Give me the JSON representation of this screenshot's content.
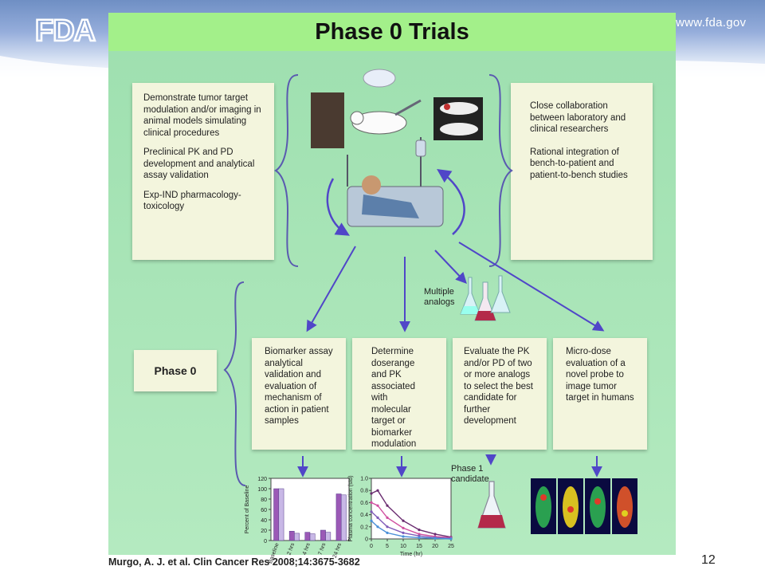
{
  "header": {
    "logo_text": "FDA",
    "url": "www.fda.gov"
  },
  "slide": {
    "title": "Phase 0 Trials",
    "citation": "Murgo, A. J. et al. Clin Cancer Res 2008;14:3675-3682",
    "page_number": "12"
  },
  "diagram": {
    "left_box": [
      "Demonstrate tumor target modulation and/or imaging in animal models simulating clinical procedures",
      "Preclinical PK and PD development and analytical assay validation",
      "Exp-IND pharmacology-toxicology"
    ],
    "right_box": [
      "Close collaboration between laboratory and clinical researchers",
      "Rational integration of bench-to-patient and patient-to-bench studies"
    ],
    "phase_label": "Phase 0",
    "multiple_analogs_label": "Multiple analogs",
    "phase1_label": "Phase 1 candidate",
    "bottom_boxes": [
      "Biomarker assay analytical validation and evaluation of mechanism of action in patient samples",
      "Determine doserange and PK associated with molecular target or biomarker modulation",
      "Evaluate the PK and/or PD of two or more analogs to select the best candidate for further development",
      "Micro-dose evaluation of a novel probe to image tumor target in humans"
    ]
  },
  "chart_data": [
    {
      "type": "bar",
      "title": "",
      "ylabel": "Percent of Baseline",
      "xlabel": "",
      "categories": [
        "Baseline",
        "2 hrs",
        "4 hrs",
        "7 hrs",
        "24 hrs"
      ],
      "y_ticks": [
        "0",
        "20",
        "40",
        "60",
        "80",
        "100",
        "120"
      ],
      "ylim": [
        0,
        120
      ],
      "series": [
        {
          "values": [
            100,
            18,
            16,
            20,
            90
          ]
        },
        {
          "values": [
            100,
            14,
            13,
            16,
            88
          ]
        }
      ],
      "colors": [
        "#9b59b6",
        "#c8b8e6"
      ]
    },
    {
      "type": "line",
      "title": "",
      "ylabel": "Plasma concentration (std)",
      "xlabel": "Time (hr)",
      "x_ticks": [
        "0",
        "5",
        "10",
        "15",
        "20",
        "25"
      ],
      "y_ticks": [
        "0",
        "0.2",
        "0.4",
        "0.6",
        "0.8",
        "1.0"
      ],
      "xlim": [
        0,
        25
      ],
      "ylim": [
        0,
        1.0
      ],
      "x": [
        0,
        2,
        5,
        10,
        15,
        20,
        25
      ],
      "series": [
        {
          "values": [
            0.75,
            0.8,
            0.55,
            0.3,
            0.15,
            0.08,
            0.03
          ],
          "color": "#6a2c70"
        },
        {
          "values": [
            0.6,
            0.55,
            0.35,
            0.18,
            0.08,
            0.04,
            0.02
          ],
          "color": "#d04fa0"
        },
        {
          "values": [
            0.45,
            0.35,
            0.2,
            0.1,
            0.05,
            0.02,
            0.01
          ],
          "color": "#7f5ab8"
        },
        {
          "values": [
            0.3,
            0.2,
            0.1,
            0.04,
            0.02,
            0.01,
            0.0
          ],
          "color": "#4a8fd8"
        }
      ]
    }
  ]
}
